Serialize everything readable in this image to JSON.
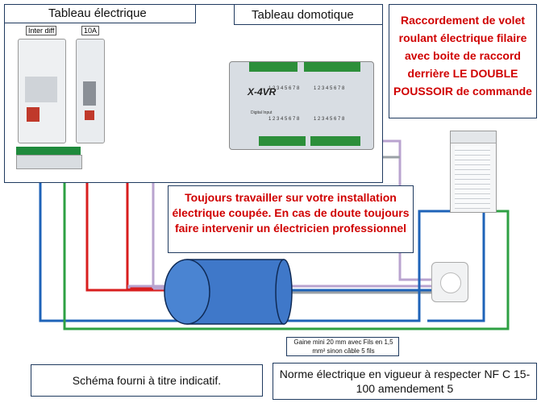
{
  "panels": {
    "electrical": {
      "title": "Tableau électrique"
    },
    "domotic": {
      "title": "Tableau domotique"
    }
  },
  "breaker_labels": {
    "inter_diff": "Inter diff",
    "rating": "10A"
  },
  "module": {
    "brand": "X-4VR",
    "input_label": "Digital Input",
    "pins_top_a": "1 2 3 4 5 6 7 8",
    "pins_top_b": "1 2 3 4 5 6 7 8",
    "pins_bottom_a": "1 2 3 4 5 6 7 8",
    "pins_bottom_b": "1 2 3 4 5 6 7 8"
  },
  "notes": {
    "title_note": "Raccordement de volet roulant  électrique filaire avec boite de raccord derrière LE DOUBLE POUSSOIR de commande",
    "warning": "Toujours travailler sur votre installation électrique coupée. En cas de doute toujours faire intervenir un électricien professionnel",
    "gaine": "Gaine mini 20 mm avec  Fils en 1,5 mm²  sinon câble 5 fils",
    "indicatif": "Schéma fourni à titre indicatif.",
    "norme": "Norme électrique en vigueur à respecter NF C 15-100 amendement 5"
  },
  "colors": {
    "red": "#d81e1e",
    "lavender": "#b9a3cf",
    "blue": "#1e63b8",
    "green": "#2ea043",
    "gray": "#9aa0a6",
    "box_border": "#1f3a5f",
    "conduit": "#3f78c9"
  }
}
